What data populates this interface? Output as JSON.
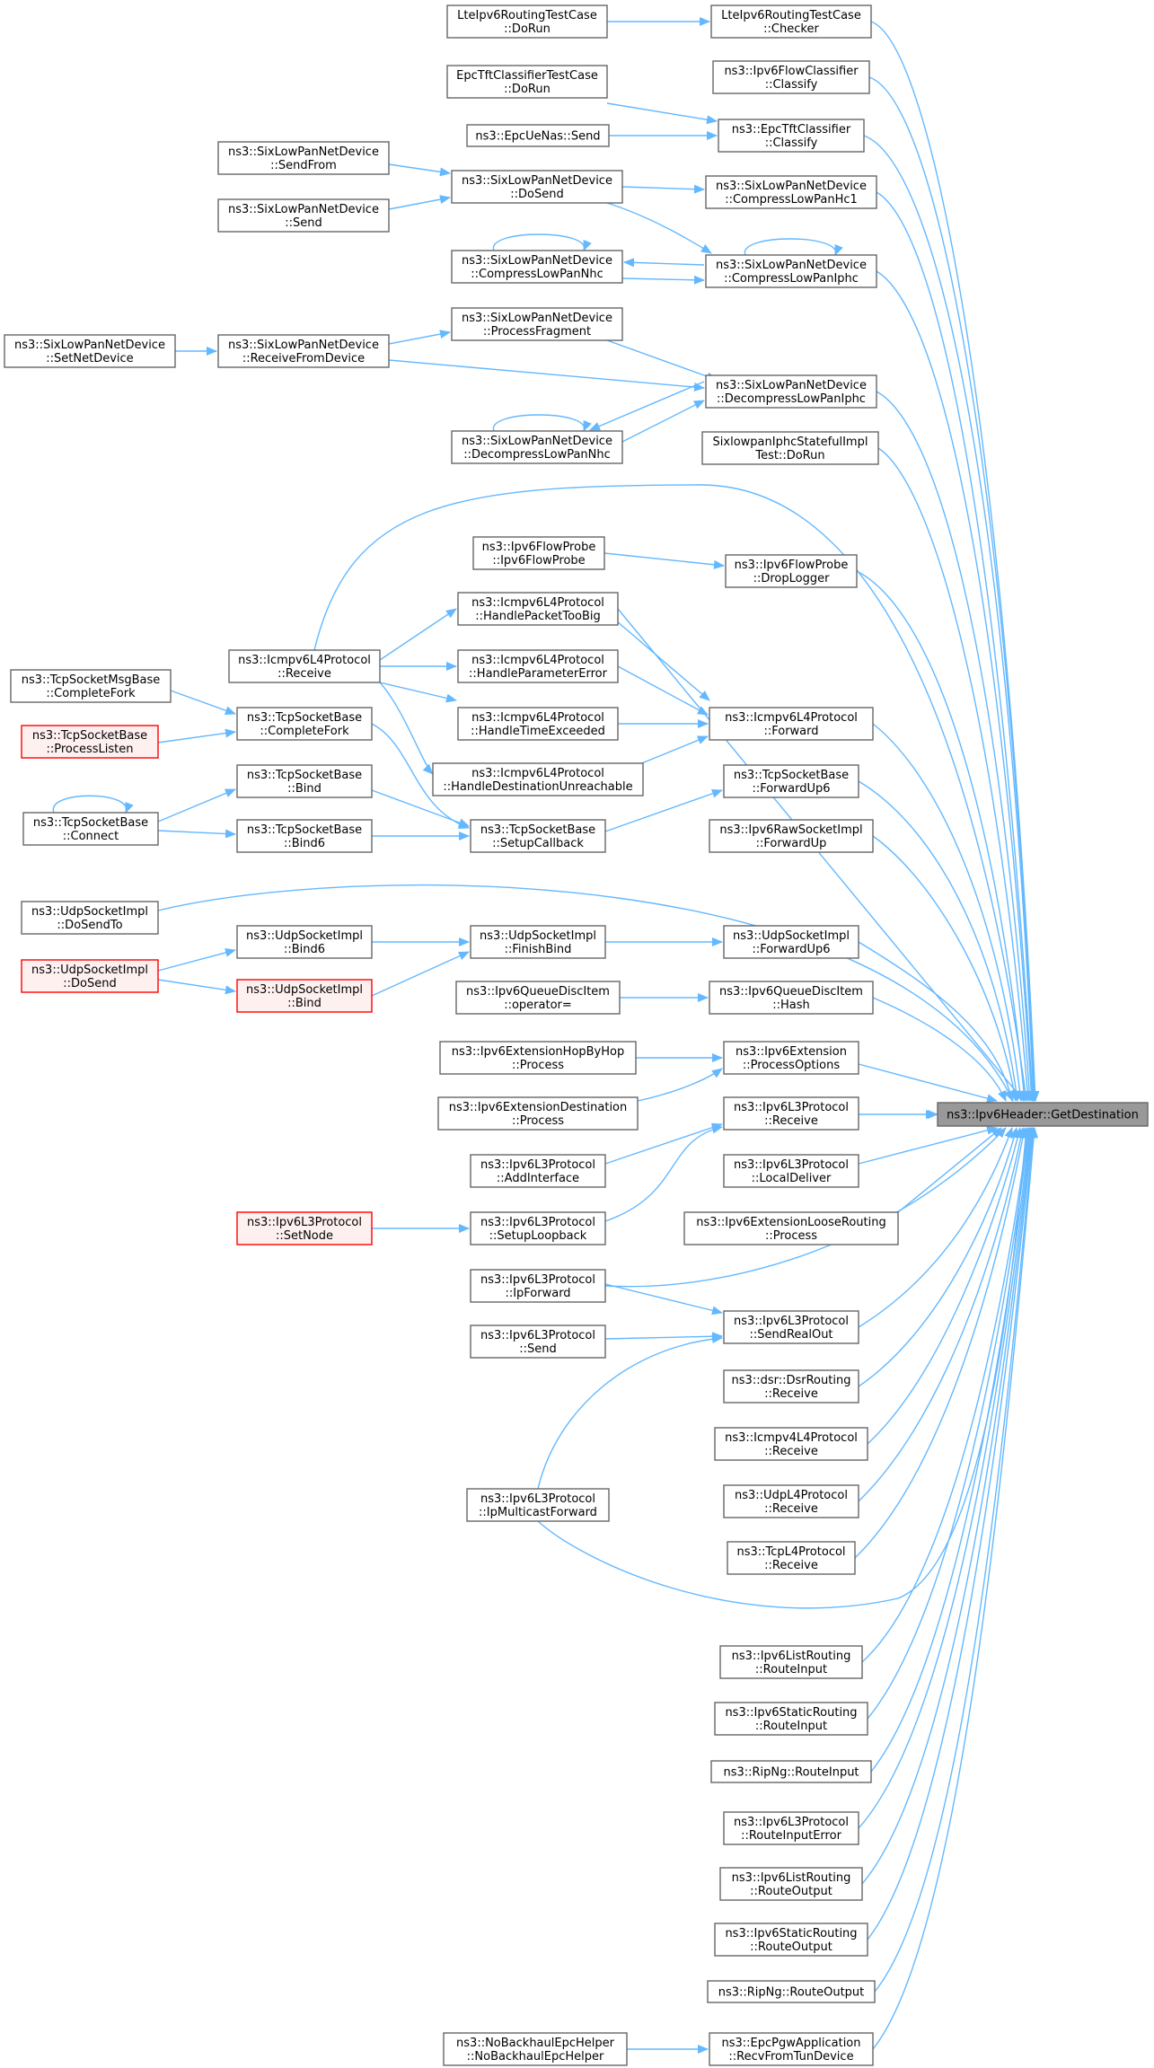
{
  "target": "ns3::Ipv6Header::GetDestination",
  "nodes": [
    {
      "id": "n_target",
      "lines": [
        "ns3::Ipv6Header::GetDestination"
      ],
      "style": "target"
    },
    {
      "id": "n1",
      "lines": [
        "LteIpv6RoutingTestCase",
        "::Checker"
      ]
    },
    {
      "id": "n2",
      "lines": [
        "LteIpv6RoutingTestCase",
        "::DoRun"
      ]
    },
    {
      "id": "n3",
      "lines": [
        "ns3::Ipv6FlowClassifier",
        "::Classify"
      ]
    },
    {
      "id": "n4",
      "lines": [
        "ns3::EpcTftClassifier",
        "::Classify"
      ]
    },
    {
      "id": "n5",
      "lines": [
        "EpcTftClassifierTestCase",
        "::DoRun"
      ]
    },
    {
      "id": "n6",
      "lines": [
        "ns3::EpcUeNas::Send"
      ]
    },
    {
      "id": "n7",
      "lines": [
        "ns3::SixLowPanNetDevice",
        "::CompressLowPanHc1"
      ]
    },
    {
      "id": "n8",
      "lines": [
        "ns3::SixLowPanNetDevice",
        "::DoSend"
      ]
    },
    {
      "id": "n9",
      "lines": [
        "ns3::SixLowPanNetDevice",
        "::SendFrom"
      ]
    },
    {
      "id": "n10",
      "lines": [
        "ns3::SixLowPanNetDevice",
        "::Send"
      ]
    },
    {
      "id": "n11",
      "lines": [
        "ns3::SixLowPanNetDevice",
        "::CompressLowPanIphc"
      ]
    },
    {
      "id": "n12",
      "lines": [
        "ns3::SixLowPanNetDevice",
        "::CompressLowPanNhc"
      ]
    },
    {
      "id": "n13",
      "lines": [
        "ns3::SixLowPanNetDevice",
        "::DecompressLowPanIphc"
      ]
    },
    {
      "id": "n14",
      "lines": [
        "ns3::SixLowPanNetDevice",
        "::ProcessFragment"
      ]
    },
    {
      "id": "n15",
      "lines": [
        "ns3::SixLowPanNetDevice",
        "::ReceiveFromDevice"
      ]
    },
    {
      "id": "n16",
      "lines": [
        "ns3::SixLowPanNetDevice",
        "::SetNetDevice"
      ]
    },
    {
      "id": "n17",
      "lines": [
        "ns3::SixLowPanNetDevice",
        "::DecompressLowPanNhc"
      ]
    },
    {
      "id": "n18",
      "lines": [
        "SixlowpanIphcStatefulImpl",
        "Test::DoRun"
      ]
    },
    {
      "id": "n19",
      "lines": [
        "ns3::Icmpv6L4Protocol",
        "::Receive"
      ]
    },
    {
      "id": "n20",
      "lines": [
        "ns3::Ipv6FlowProbe",
        "::DropLogger"
      ]
    },
    {
      "id": "n21",
      "lines": [
        "ns3::Ipv6FlowProbe",
        "::Ipv6FlowProbe"
      ]
    },
    {
      "id": "n22",
      "lines": [
        "ns3::Icmpv6L4Protocol",
        "::Forward"
      ]
    },
    {
      "id": "n23",
      "lines": [
        "ns3::Icmpv6L4Protocol",
        "::HandleDestinationUnreachable"
      ]
    },
    {
      "id": "n24",
      "lines": [
        "ns3::Icmpv6L4Protocol",
        "::HandleParameterError"
      ]
    },
    {
      "id": "n25",
      "lines": [
        "ns3::Icmpv6L4Protocol",
        "::HandlePacketTooBig"
      ]
    },
    {
      "id": "n26",
      "lines": [
        "ns3::Icmpv6L4Protocol",
        "::HandleTimeExceeded"
      ]
    },
    {
      "id": "n27",
      "lines": [
        "ns3::TcpSocketBase",
        "::ForwardUp6"
      ]
    },
    {
      "id": "n28",
      "lines": [
        "ns3::TcpSocketBase",
        "::SetupCallback"
      ]
    },
    {
      "id": "n29",
      "lines": [
        "ns3::TcpSocketBase",
        "::Bind"
      ]
    },
    {
      "id": "n30",
      "lines": [
        "ns3::TcpSocketBase",
        "::Connect"
      ]
    },
    {
      "id": "n31",
      "lines": [
        "ns3::TcpSocketBase",
        "::Bind6"
      ]
    },
    {
      "id": "n32",
      "lines": [
        "ns3::TcpSocketBase",
        "::CompleteFork"
      ]
    },
    {
      "id": "n33",
      "lines": [
        "ns3::TcpSocketMsgBase",
        "::CompleteFork"
      ]
    },
    {
      "id": "n34",
      "lines": [
        "ns3::TcpSocketBase",
        "::ProcessListen"
      ],
      "style": "red"
    },
    {
      "id": "n35",
      "lines": [
        "ns3::Ipv6RawSocketImpl",
        "::ForwardUp"
      ]
    },
    {
      "id": "n36",
      "lines": [
        "ns3::UdpSocketImpl",
        "::DoSendTo"
      ]
    },
    {
      "id": "n37",
      "lines": [
        "ns3::UdpSocketImpl",
        "::ForwardUp6"
      ]
    },
    {
      "id": "n38",
      "lines": [
        "ns3::UdpSocketImpl",
        "::FinishBind"
      ]
    },
    {
      "id": "n39",
      "lines": [
        "ns3::UdpSocketImpl",
        "::Bind6"
      ]
    },
    {
      "id": "n40",
      "lines": [
        "ns3::UdpSocketImpl",
        "::DoSend"
      ],
      "style": "red"
    },
    {
      "id": "n41",
      "lines": [
        "ns3::UdpSocketImpl",
        "::Bind"
      ],
      "style": "red"
    },
    {
      "id": "n42",
      "lines": [
        "ns3::Ipv6QueueDiscItem",
        "::Hash"
      ]
    },
    {
      "id": "n43",
      "lines": [
        "ns3::Ipv6QueueDiscItem",
        "::operator="
      ]
    },
    {
      "id": "n44",
      "lines": [
        "ns3::Ipv6Extension",
        "::ProcessOptions"
      ]
    },
    {
      "id": "n45",
      "lines": [
        "ns3::Ipv6ExtensionHopByHop",
        "::Process"
      ]
    },
    {
      "id": "n46",
      "lines": [
        "ns3::Ipv6ExtensionDestination",
        "::Process"
      ]
    },
    {
      "id": "n47",
      "lines": [
        "ns3::Ipv6L3Protocol",
        "::Receive"
      ]
    },
    {
      "id": "n48",
      "lines": [
        "ns3::Ipv6L3Protocol",
        "::AddInterface"
      ]
    },
    {
      "id": "n49",
      "lines": [
        "ns3::Ipv6L3Protocol",
        "::SetupLoopback"
      ]
    },
    {
      "id": "n50",
      "lines": [
        "ns3::Ipv6L3Protocol",
        "::SetNode"
      ],
      "style": "red"
    },
    {
      "id": "n51",
      "lines": [
        "ns3::Ipv6L3Protocol",
        "::LocalDeliver"
      ]
    },
    {
      "id": "n52",
      "lines": [
        "ns3::Ipv6ExtensionLooseRouting",
        "::Process"
      ]
    },
    {
      "id": "n53",
      "lines": [
        "ns3::Ipv6L3Protocol",
        "::IpForward"
      ]
    },
    {
      "id": "n54",
      "lines": [
        "ns3::Ipv6L3Protocol",
        "::SendRealOut"
      ]
    },
    {
      "id": "n55",
      "lines": [
        "ns3::Ipv6L3Protocol",
        "::Send"
      ]
    },
    {
      "id": "n56",
      "lines": [
        "ns3::Ipv6L3Protocol",
        "::IpMulticastForward"
      ]
    },
    {
      "id": "n57",
      "lines": [
        "ns3::dsr::DsrRouting",
        "::Receive"
      ]
    },
    {
      "id": "n58",
      "lines": [
        "ns3::Icmpv4L4Protocol",
        "::Receive"
      ]
    },
    {
      "id": "n59",
      "lines": [
        "ns3::UdpL4Protocol",
        "::Receive"
      ]
    },
    {
      "id": "n60",
      "lines": [
        "ns3::TcpL4Protocol",
        "::Receive"
      ]
    },
    {
      "id": "n61",
      "lines": [
        "ns3::Ipv6ListRouting",
        "::RouteInput"
      ]
    },
    {
      "id": "n62",
      "lines": [
        "ns3::Ipv6StaticRouting",
        "::RouteInput"
      ]
    },
    {
      "id": "n63",
      "lines": [
        "ns3::RipNg::RouteInput"
      ]
    },
    {
      "id": "n64",
      "lines": [
        "ns3::Ipv6L3Protocol",
        "::RouteInputError"
      ]
    },
    {
      "id": "n65",
      "lines": [
        "ns3::Ipv6ListRouting",
        "::RouteOutput"
      ]
    },
    {
      "id": "n66",
      "lines": [
        "ns3::Ipv6StaticRouting",
        "::RouteOutput"
      ]
    },
    {
      "id": "n67",
      "lines": [
        "ns3::RipNg::RouteOutput"
      ]
    },
    {
      "id": "n68",
      "lines": [
        "ns3::EpcPgwApplication",
        "::RecvFromTunDevice"
      ]
    },
    {
      "id": "n69",
      "lines": [
        "ns3::NoBackhaulEpcHelper",
        "::NoBackhaulEpcHelper"
      ]
    }
  ]
}
